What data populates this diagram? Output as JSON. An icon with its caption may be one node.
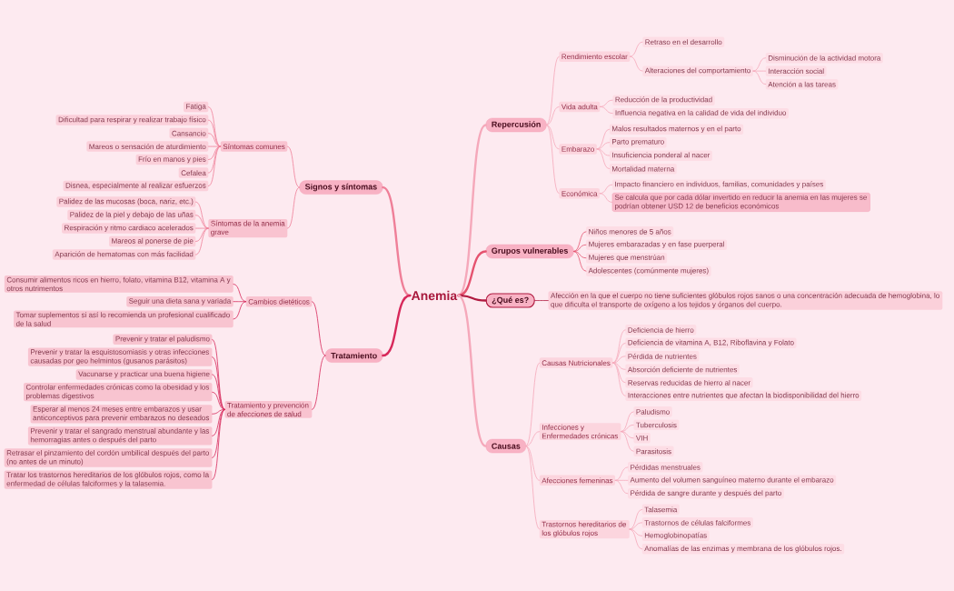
{
  "diagram": {
    "nodes": [
      {
        "text": [
          "Anemia"
        ]
      },
      {
        "text": [
          "Repercusión"
        ]
      },
      {
        "text": [
          "Rendimiento escolar"
        ]
      },
      {
        "text": [
          "Retraso en el desarrollo"
        ]
      },
      {
        "text": [
          "Alteraciones del comportamiento"
        ]
      },
      {
        "text": [
          "Disminución de la actividad motora"
        ]
      },
      {
        "text": [
          "Interacción social"
        ]
      },
      {
        "text": [
          "Atención a las tareas"
        ]
      },
      {
        "text": [
          "Vida adulta"
        ]
      },
      {
        "text": [
          "Reducción de la productividad"
        ]
      },
      {
        "text": [
          "Influencia negativa en la calidad de vida del individuo"
        ]
      },
      {
        "text": [
          "Embarazo"
        ]
      },
      {
        "text": [
          "Malos resultados maternos y en el parto"
        ]
      },
      {
        "text": [
          "Parto prematuro"
        ]
      },
      {
        "text": [
          "Insuficiencia ponderal al nacer"
        ]
      },
      {
        "text": [
          "Mortalidad materna"
        ]
      },
      {
        "text": [
          "Económica"
        ]
      },
      {
        "text": [
          "Impacto financiero en individuos, familias, comunidades y países"
        ]
      },
      {
        "text": [
          "Se calcula que por cada dólar invertido en reducir la anemia en las mujeres se podrían obtener USD 12 de beneficios económicos"
        ]
      },
      {
        "text": [
          "Grupos vulnerables"
        ]
      },
      {
        "text": [
          "Niños menores de 5 años"
        ]
      },
      {
        "text": [
          "Mujeres embarazadas y en fase puerperal"
        ]
      },
      {
        "text": [
          "Mujeres que menstrúan"
        ]
      },
      {
        "text": [
          "Adolescentes (comúnmente mujeres)"
        ]
      },
      {
        "text": [
          "¿Qué es?"
        ]
      },
      {
        "text": [
          "Afección en la que el cuerpo no tiene suficientes glóbulos rojos sanos o una concentración adecuada de hemoglobina, lo que dificulta el transporte de oxígeno a los tejidos y órganos del cuerpo."
        ]
      },
      {
        "text": [
          "Causas"
        ]
      },
      {
        "text": [
          "Causas Nutricionales"
        ]
      },
      {
        "text": [
          "Deficiencia de hierro"
        ]
      },
      {
        "text": [
          "Deficiencia de vitamina A, B12, Riboflavina y Folato"
        ]
      },
      {
        "text": [
          "Pérdida de nutrientes"
        ]
      },
      {
        "text": [
          "Absorción deficiente de nutrientes"
        ]
      },
      {
        "text": [
          "Reservas reducidas de hierro al nacer"
        ]
      },
      {
        "text": [
          "Interacciones entre nutrientes que afectan la biodisponibilidad del hierro"
        ]
      },
      {
        "text": [
          "Infecciones y Enfermedades crónicas"
        ]
      },
      {
        "text": [
          "Paludismo"
        ]
      },
      {
        "text": [
          "Tuberculosis"
        ]
      },
      {
        "text": [
          "VIH"
        ]
      },
      {
        "text": [
          "Parasitosis"
        ]
      },
      {
        "text": [
          "Afecciones femeninas"
        ]
      },
      {
        "text": [
          "Pérdidas menstruales"
        ]
      },
      {
        "text": [
          "Aumento del volumen sanguíneo materno durante el embarazo"
        ]
      },
      {
        "text": [
          "Pérdida de sangre durante y después del parto"
        ]
      },
      {
        "text": [
          "Trastornos hereditarios de los glóbulos rojos"
        ]
      },
      {
        "text": [
          "Talasemia"
        ]
      },
      {
        "text": [
          "Trastornos de células falciformes"
        ]
      },
      {
        "text": [
          "Hemoglobinopatías"
        ]
      },
      {
        "text": [
          "Anomalías de las enzimas y membrana de los glóbulos rojos."
        ]
      },
      {
        "text": [
          "Signos y síntomas"
        ]
      },
      {
        "text": [
          "Síntomas comunes"
        ]
      },
      {
        "text": [
          "Fatiga"
        ]
      },
      {
        "text": [
          "Dificultad para respirar y realizar trabajo físico"
        ]
      },
      {
        "text": [
          "Cansancio"
        ]
      },
      {
        "text": [
          "Mareos o sensación de aturdimiento"
        ]
      },
      {
        "text": [
          "Frío en manos y pies"
        ]
      },
      {
        "text": [
          "Cefalea"
        ]
      },
      {
        "text": [
          "Disnea, especialmente al realizar esfuerzos"
        ]
      },
      {
        "text": [
          "Síntomas de la anemia grave"
        ]
      },
      {
        "text": [
          "Palidez de las mucosas (boca, nariz, etc.)"
        ]
      },
      {
        "text": [
          "Palidez de la piel y debajo de las uñas"
        ]
      },
      {
        "text": [
          "Respiración y ritmo cardiaco acelerados"
        ]
      },
      {
        "text": [
          "Mareos al ponerse de pie"
        ]
      },
      {
        "text": [
          "Aparición de hematomas con más facilidad"
        ]
      },
      {
        "text": [
          "Tratamiento"
        ]
      },
      {
        "text": [
          "Cambios dietéticos"
        ]
      },
      {
        "text": [
          "Consumir alimentos ricos en hierro, folato, vitamina B12, vitamina A y otros nutrimentos"
        ]
      },
      {
        "text": [
          "Seguir una dieta sana y variada"
        ]
      },
      {
        "text": [
          "Tomar suplementos si así lo recomienda un profesional cualificado de la salud"
        ]
      },
      {
        "text": [
          "Tratamiento y prevención de afecciones de salud"
        ]
      },
      {
        "text": [
          "Prevenir y tratar el paludismo"
        ]
      },
      {
        "text": [
          "Prevenir y tratar la esquistosomiasis y otras infecciones causadas por geo helmintos (gusanos parásitos)"
        ]
      },
      {
        "text": [
          "Vacunarse y practicar una buena higiene"
        ]
      },
      {
        "text": [
          "Controlar enfermedades crónicas como la obesidad y los problemas digestivos"
        ]
      },
      {
        "text": [
          "Esperar al menos 24 meses entre embarazos y usar anticonceptivos para prevenir embarazos no deseados"
        ]
      },
      {
        "text": [
          "Prevenir y tratar el sangrado menstrual abundante y las hemorragias antes o después del parto"
        ]
      },
      {
        "text": [
          "Retrasar el pinzamiento del cordón umbilical después del parto (no antes de un minuto)"
        ]
      },
      {
        "text": [
          "Tratar los trastornos hereditarios de los glóbulos rojos, como la enfermedad de células falciformes y la talasemia."
        ]
      }
    ],
    "edges": [
      {
        "from": 0,
        "to": 1,
        "arrow": "none",
        "style": "thick"
      },
      {
        "from": 1,
        "to": 2,
        "arrow": "none"
      },
      {
        "from": 2,
        "to": 3,
        "arrow": "none"
      },
      {
        "from": 2,
        "to": 4,
        "arrow": "none"
      },
      {
        "from": 4,
        "to": 5,
        "arrow": "none"
      },
      {
        "from": 4,
        "to": 6,
        "arrow": "none"
      },
      {
        "from": 4,
        "to": 7,
        "arrow": "none"
      },
      {
        "from": 1,
        "to": 8,
        "arrow": "none"
      },
      {
        "from": 8,
        "to": 9,
        "arrow": "none"
      },
      {
        "from": 8,
        "to": 10,
        "arrow": "none"
      },
      {
        "from": 1,
        "to": 11,
        "arrow": "none"
      },
      {
        "from": 11,
        "to": 12,
        "arrow": "none"
      },
      {
        "from": 11,
        "to": 13,
        "arrow": "none"
      },
      {
        "from": 11,
        "to": 14,
        "arrow": "none"
      },
      {
        "from": 11,
        "to": 15,
        "arrow": "none"
      },
      {
        "from": 1,
        "to": 16,
        "arrow": "none"
      },
      {
        "from": 16,
        "to": 17,
        "arrow": "none"
      },
      {
        "from": 16,
        "to": 18,
        "arrow": "none"
      },
      {
        "from": 0,
        "to": 19,
        "arrow": "none",
        "style": "thick",
        "color": "#e5536f"
      },
      {
        "from": 19,
        "to": 20,
        "arrow": "none",
        "color": "#e5536f"
      },
      {
        "from": 19,
        "to": 21,
        "arrow": "none",
        "color": "#e5536f"
      },
      {
        "from": 19,
        "to": 22,
        "arrow": "none",
        "color": "#e5536f"
      },
      {
        "from": 19,
        "to": 23,
        "arrow": "none",
        "color": "#e5536f"
      },
      {
        "from": 0,
        "to": 24,
        "arrow": "none",
        "style": "thick",
        "color": "#b01a40"
      },
      {
        "from": 24,
        "to": 25,
        "arrow": "none",
        "color": "#b01a40"
      },
      {
        "from": 0,
        "to": 26,
        "arrow": "none",
        "style": "thick"
      },
      {
        "from": 26,
        "to": 27,
        "arrow": "none"
      },
      {
        "from": 27,
        "to": 28,
        "arrow": "none"
      },
      {
        "from": 27,
        "to": 29,
        "arrow": "none"
      },
      {
        "from": 27,
        "to": 30,
        "arrow": "none"
      },
      {
        "from": 27,
        "to": 31,
        "arrow": "none"
      },
      {
        "from": 27,
        "to": 32,
        "arrow": "none"
      },
      {
        "from": 27,
        "to": 33,
        "arrow": "none"
      },
      {
        "from": 26,
        "to": 34,
        "arrow": "none"
      },
      {
        "from": 34,
        "to": 35,
        "arrow": "none"
      },
      {
        "from": 34,
        "to": 36,
        "arrow": "none"
      },
      {
        "from": 34,
        "to": 37,
        "arrow": "none"
      },
      {
        "from": 34,
        "to": 38,
        "arrow": "none"
      },
      {
        "from": 26,
        "to": 39,
        "arrow": "none"
      },
      {
        "from": 39,
        "to": 40,
        "arrow": "none"
      },
      {
        "from": 39,
        "to": 41,
        "arrow": "none"
      },
      {
        "from": 39,
        "to": 42,
        "arrow": "none"
      },
      {
        "from": 26,
        "to": 43,
        "arrow": "none"
      },
      {
        "from": 43,
        "to": 44,
        "arrow": "none"
      },
      {
        "from": 43,
        "to": 45,
        "arrow": "none"
      },
      {
        "from": 43,
        "to": 46,
        "arrow": "none"
      },
      {
        "from": 43,
        "to": 47,
        "arrow": "none"
      },
      {
        "from": 0,
        "to": 48,
        "arrow": "none",
        "style": "thick",
        "color": "#ef7f98"
      },
      {
        "from": 48,
        "to": 49,
        "arrow": "none",
        "color": "#ef7f98"
      },
      {
        "from": 49,
        "to": 50,
        "arrow": "none",
        "color": "#ef7f98"
      },
      {
        "from": 49,
        "to": 51,
        "arrow": "none",
        "color": "#ef7f98"
      },
      {
        "from": 49,
        "to": 52,
        "arrow": "none",
        "color": "#ef7f98"
      },
      {
        "from": 49,
        "to": 53,
        "arrow": "none",
        "color": "#ef7f98"
      },
      {
        "from": 49,
        "to": 54,
        "arrow": "none",
        "color": "#ef7f98"
      },
      {
        "from": 49,
        "to": 55,
        "arrow": "none",
        "color": "#ef7f98"
      },
      {
        "from": 49,
        "to": 56,
        "arrow": "none",
        "color": "#ef7f98"
      },
      {
        "from": 48,
        "to": 57,
        "arrow": "none",
        "color": "#ef7f98"
      },
      {
        "from": 57,
        "to": 58,
        "arrow": "none",
        "color": "#ef7f98"
      },
      {
        "from": 57,
        "to": 59,
        "arrow": "none",
        "color": "#ef7f98"
      },
      {
        "from": 57,
        "to": 60,
        "arrow": "none",
        "color": "#ef7f98"
      },
      {
        "from": 57,
        "to": 61,
        "arrow": "none",
        "color": "#ef7f98"
      },
      {
        "from": 57,
        "to": 62,
        "arrow": "none",
        "color": "#ef7f98"
      },
      {
        "from": 0,
        "to": 63,
        "arrow": "none",
        "style": "thick",
        "color": "#d7285a"
      },
      {
        "from": 63,
        "to": 64,
        "arrow": "none",
        "color": "#d7285a"
      },
      {
        "from": 64,
        "to": 65,
        "arrow": "none",
        "color": "#d7285a"
      },
      {
        "from": 64,
        "to": 66,
        "arrow": "none",
        "color": "#d7285a"
      },
      {
        "from": 64,
        "to": 67,
        "arrow": "none",
        "color": "#d7285a"
      },
      {
        "from": 63,
        "to": 68,
        "arrow": "none",
        "color": "#d7285a"
      },
      {
        "from": 68,
        "to": 69,
        "arrow": "none",
        "color": "#d7285a"
      },
      {
        "from": 68,
        "to": 70,
        "arrow": "none",
        "color": "#d7285a"
      },
      {
        "from": 68,
        "to": 71,
        "arrow": "none",
        "color": "#d7285a"
      },
      {
        "from": 68,
        "to": 72,
        "arrow": "none",
        "color": "#d7285a"
      },
      {
        "from": 68,
        "to": 73,
        "arrow": "none",
        "color": "#d7285a"
      },
      {
        "from": 68,
        "to": 74,
        "arrow": "none",
        "color": "#d7285a"
      },
      {
        "from": 68,
        "to": 75,
        "arrow": "none",
        "color": "#d7285a"
      },
      {
        "from": 68,
        "to": 76,
        "arrow": "none",
        "color": "#d7285a"
      }
    ]
  }
}
